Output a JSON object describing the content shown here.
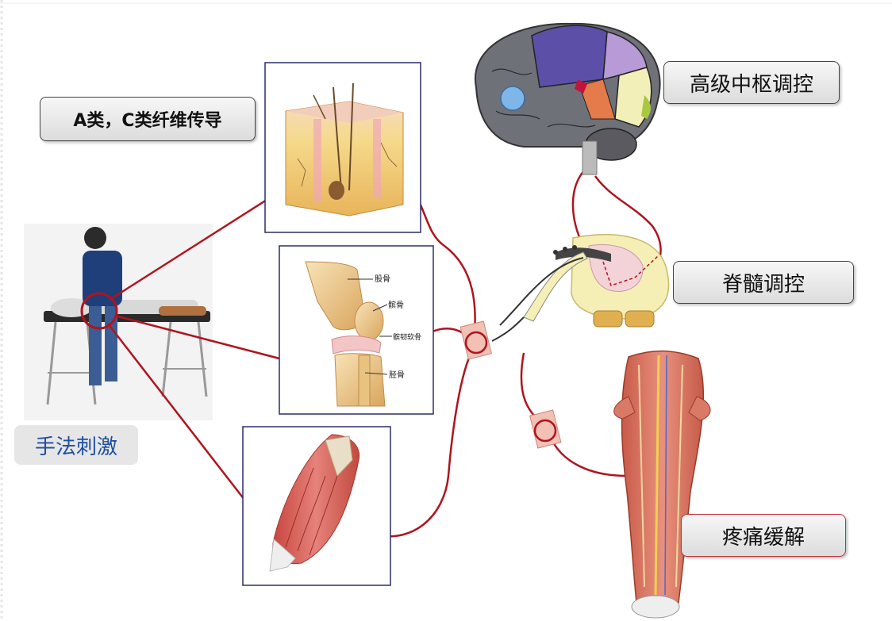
{
  "labels": {
    "fiber_conduction": "A类，C类纤维传导",
    "higher_center": "高级中枢调控",
    "spinal_control": "脊髓调控",
    "pain_relief": "疼痛缓解",
    "manual_stimulation": "手法刺激"
  },
  "knee_annotations": [
    "股骨",
    "髌骨",
    "髌韧软骨",
    "胫骨"
  ],
  "colors": {
    "nerve_line": "#b0141e",
    "frame_border": "#2b2b6b",
    "manual_text": "#1f4ea0"
  }
}
